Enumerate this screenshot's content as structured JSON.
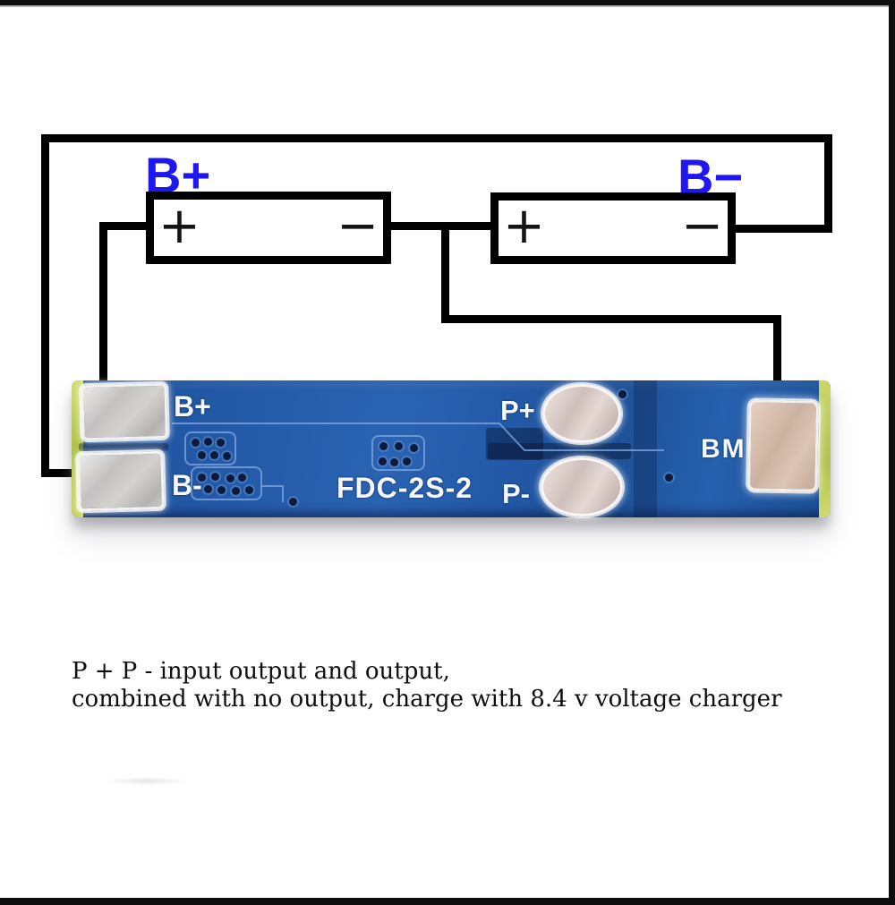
{
  "schematic": {
    "b_plus_label": "B+",
    "b_minus_label": "B−",
    "battery1": {
      "plus": "+",
      "minus": "−"
    },
    "battery2": {
      "plus": "+",
      "minus": "−"
    }
  },
  "pcb": {
    "silkscreen": {
      "b_plus": "B+",
      "b_minus": "B-",
      "p_plus": "P+",
      "p_minus": "P-",
      "model": "FDC-2S-2",
      "bm": "BM"
    }
  },
  "caption": {
    "line1": "P + P - input output and output,",
    "line2": "combined with no output, charge with 8.4 v voltage charger"
  },
  "colors": {
    "wire_black": "#000000",
    "label_blue": "#2016f0",
    "pcb_blue": "#2158a6",
    "silk_white": "#f4f8fc",
    "pad_silver": "#c8c6c3",
    "pad_pink_silver": "#ddd0cb",
    "pad_tan": "#d2b9a9",
    "board_edge_yellow": "#c9d55f",
    "background_white": "#ffffff",
    "frame_black": "#0d0d0d"
  }
}
